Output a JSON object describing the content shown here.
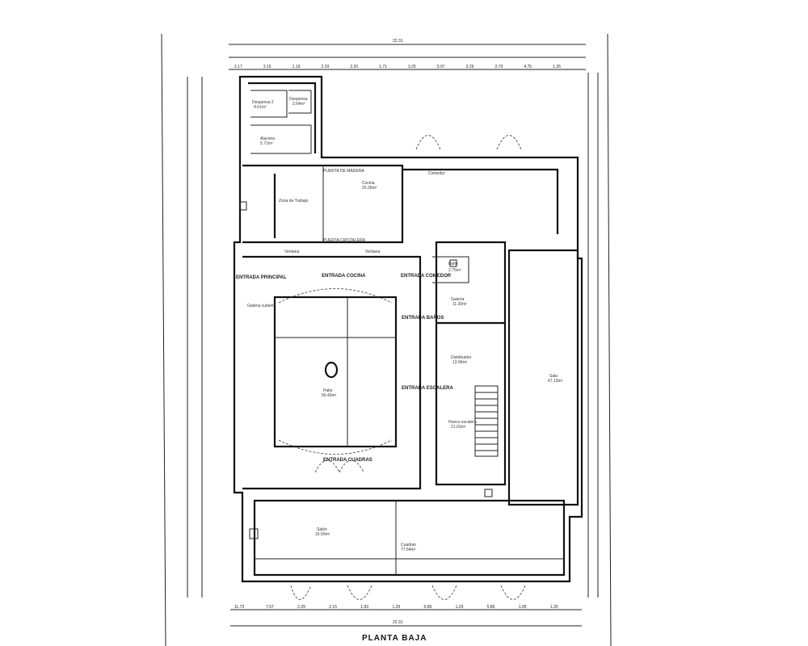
{
  "plan": {
    "title": "PLANTA BAJA",
    "overall_dimension_top": "22.31",
    "overall_dimension_bottom": "22.31",
    "rooms": {
      "despensa2": {
        "name": "Despensa 2",
        "area": "4.61m²"
      },
      "despensa": {
        "name": "Despensa",
        "area": "2.64m²"
      },
      "alacena": {
        "name": "Alacena",
        "area": "5.71m²"
      },
      "cocina": {
        "name": "Cocina",
        "area": "20.35m²"
      },
      "zona_trabajo": {
        "name": "Zona de Trabajo"
      },
      "comedor": {
        "name": "Comedor"
      },
      "patio": {
        "name": "Patio",
        "area": "50.40m²"
      },
      "galeria": {
        "name": "Galería",
        "area": "11.30m²"
      },
      "distribuidor": {
        "name": "Distribuidor",
        "area": "13.90m²"
      },
      "hueco_escalera": {
        "name": "Hueco escalera",
        "area": "21.01m²"
      },
      "sala": {
        "name": "Sala",
        "area": "67.13m²"
      },
      "salon": {
        "name": "Salón",
        "area": "16.50m²"
      },
      "cuadras": {
        "name": "Cuadras",
        "area": "77.54m²"
      },
      "bano": {
        "name": "Baño",
        "area": "2.75m²"
      }
    },
    "labels": {
      "entrada_principal": "ENTRADA PRINCIPAL",
      "entrada_cocina": "ENTRADA COCINA",
      "entrada_comedor": "ENTRADA COMEDOR",
      "entrada_banos": "ENTRADA BAÑOS",
      "entrada_escalera": "ENTRADA ESCALERA",
      "entrada_cuadras": "ENTRADA CUADRAS",
      "puerta_madera": "PUERTA DE MADERA",
      "puerta_cristalera": "PUERTA CRISTALERA",
      "ventana1": "Ventana",
      "ventana2": "Ventana",
      "galeria_cubierta": "Galería cubierta"
    },
    "dims": [
      "2.17",
      "2.15",
      "1.19",
      "2.29",
      "2.20",
      "1.71",
      "3.25",
      "5.97",
      "3.29",
      "2.79",
      "4.75",
      "1.25",
      "11.73",
      "7.57",
      "2.29",
      "2.15",
      "1.93",
      "1.29",
      "5.89",
      "1.29",
      "5.89",
      "1.95",
      "1.25"
    ]
  }
}
